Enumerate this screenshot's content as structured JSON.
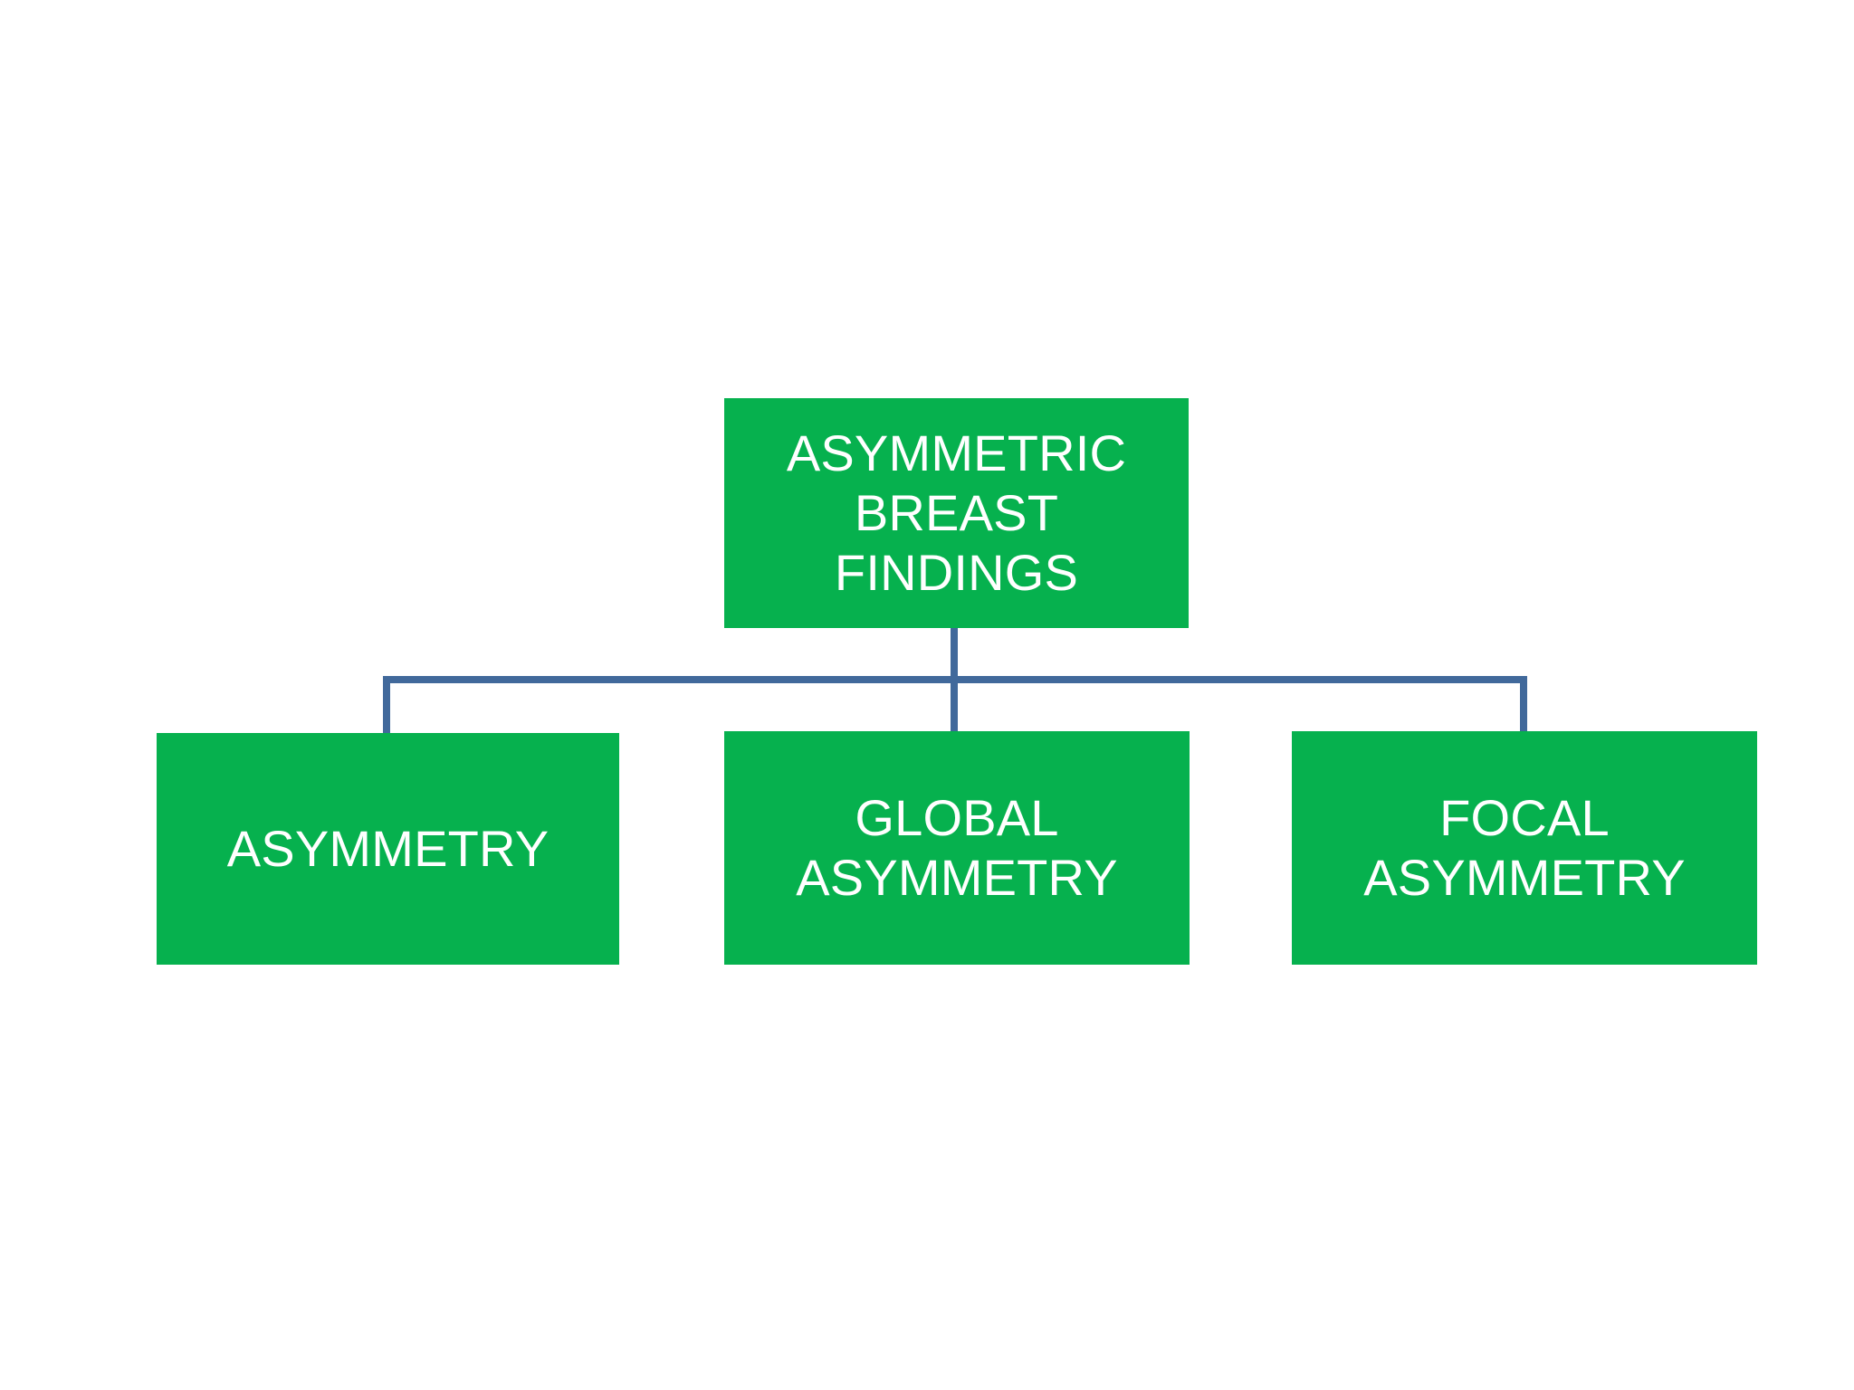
{
  "diagram": {
    "type": "hierarchy-tree",
    "background_color": "#ffffff",
    "node_fill_color": "#06b14e",
    "node_text_color": "#ffffff",
    "connector_color": "#41699b",
    "root": {
      "label": "ASYMMETRIC\nBREAST\nFINDINGS"
    },
    "children": [
      {
        "label": "ASYMMETRY"
      },
      {
        "label": "GLOBAL\nASYMMETRY"
      },
      {
        "label": "FOCAL\nASYMMETRY"
      }
    ]
  }
}
